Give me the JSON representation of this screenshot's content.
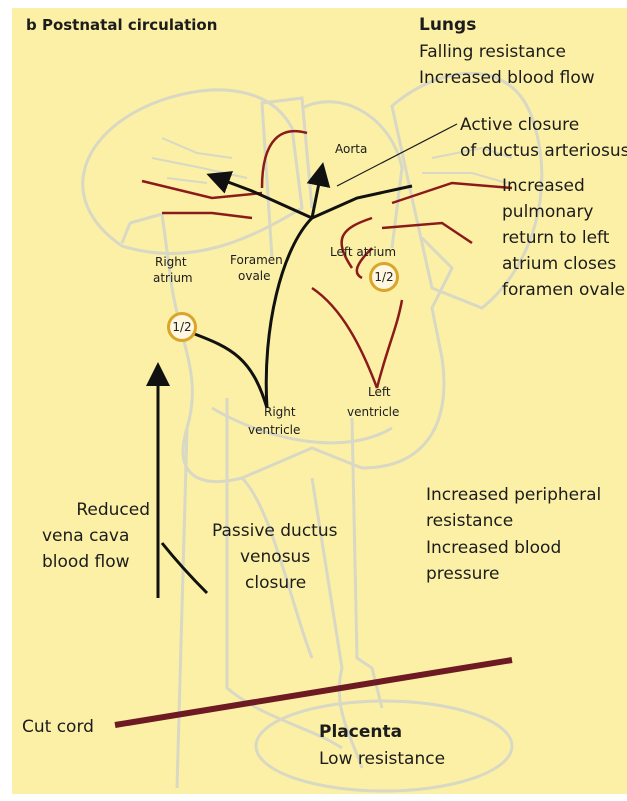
{
  "title": "b Postnatal circulation",
  "labels": {
    "lungs_title": "Lungs",
    "lungs_line1": "Falling resistance",
    "lungs_line2": "Increased blood flow",
    "ductus_line1": "Active closure",
    "ductus_line2": "of ductus arteriosus",
    "pulm_line1": "Increased",
    "pulm_line2": "pulmonary",
    "pulm_line3": "return to left",
    "pulm_line4": "atrium closes",
    "pulm_line5": "foramen ovale",
    "aorta": "Aorta",
    "right_atrium_1": "Right",
    "right_atrium_2": "atrium",
    "foramen_1": "Foramen",
    "foramen_2": "ovale",
    "left_atrium": "Left atrium",
    "left_ventricle_1": "Left",
    "left_ventricle_2": "ventricle",
    "right_ventricle_1": "Right",
    "right_ventricle_2": "ventricle",
    "vena_line1": "Reduced",
    "vena_line2": "vena cava",
    "vena_line3": "blood flow",
    "dv_line1": "Passive ductus",
    "dv_line2": "venosus",
    "dv_line3": "closure",
    "periph_line1": "Increased peripheral",
    "periph_line2": "resistance",
    "periph_line3": "Increased blood",
    "periph_line4": "pressure",
    "cut_cord": "Cut cord",
    "placenta_title": "Placenta",
    "placenta_sub": "Low resistance",
    "badge_right": "1/2",
    "badge_left": "1/2"
  },
  "colors": {
    "background": "#fbf0a6",
    "outline": "#d8d8c4",
    "vessel_red": "#8b1a1a",
    "flow_black": "#111111",
    "badge_ring": "#d9a52a",
    "cord": "#6e1a22"
  }
}
